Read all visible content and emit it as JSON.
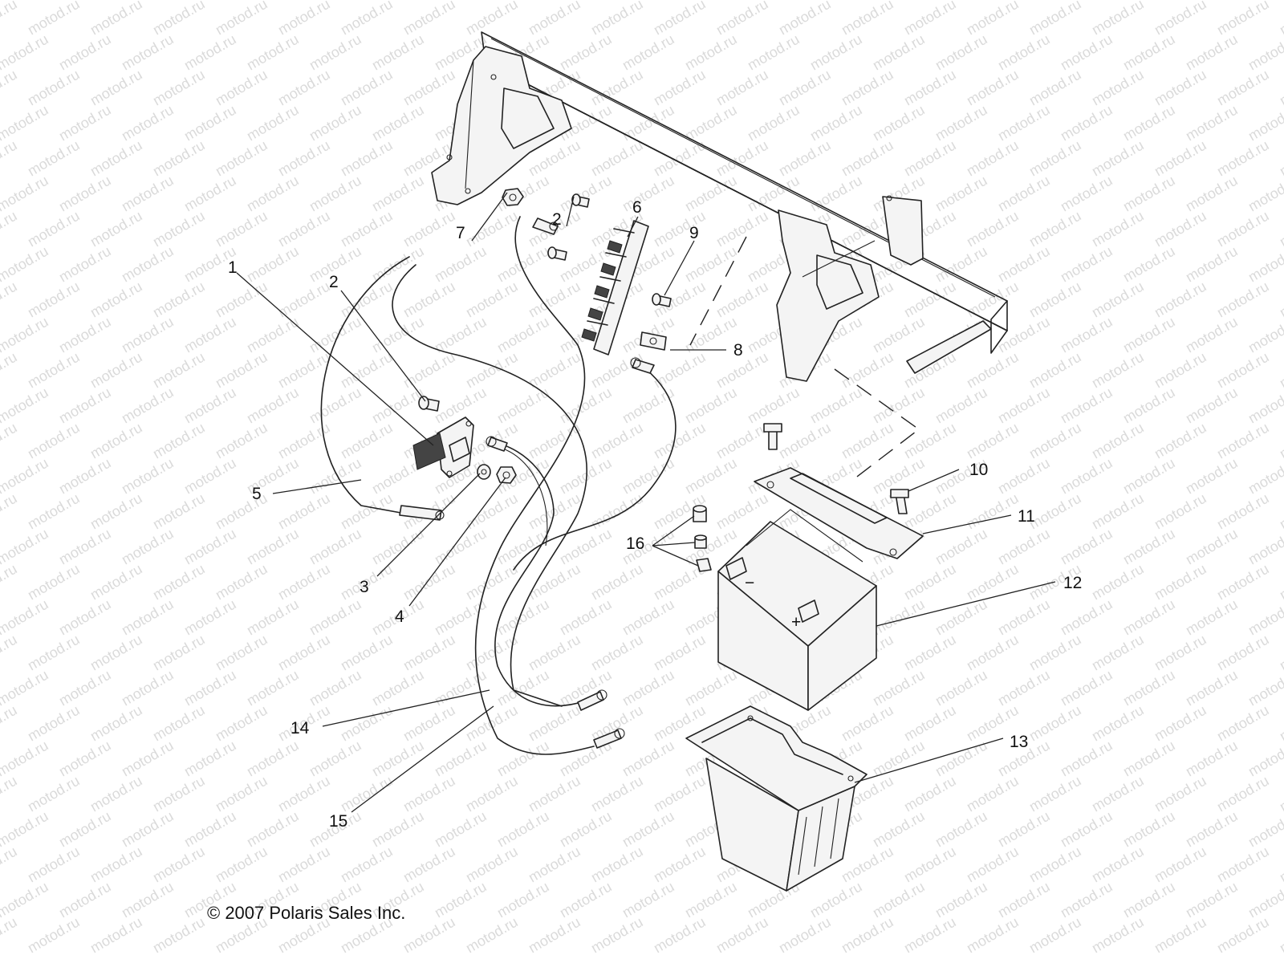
{
  "watermark": "motod.ru",
  "copyright": "© 2007 Polaris Sales Inc.",
  "callouts": [
    "1",
    "2",
    "2",
    "3",
    "4",
    "5",
    "6",
    "7",
    "8",
    "9",
    "10",
    "11",
    "12",
    "13",
    "14",
    "15",
    "16"
  ],
  "battery_terminal_negative": "−",
  "battery_terminal_positive": "+"
}
